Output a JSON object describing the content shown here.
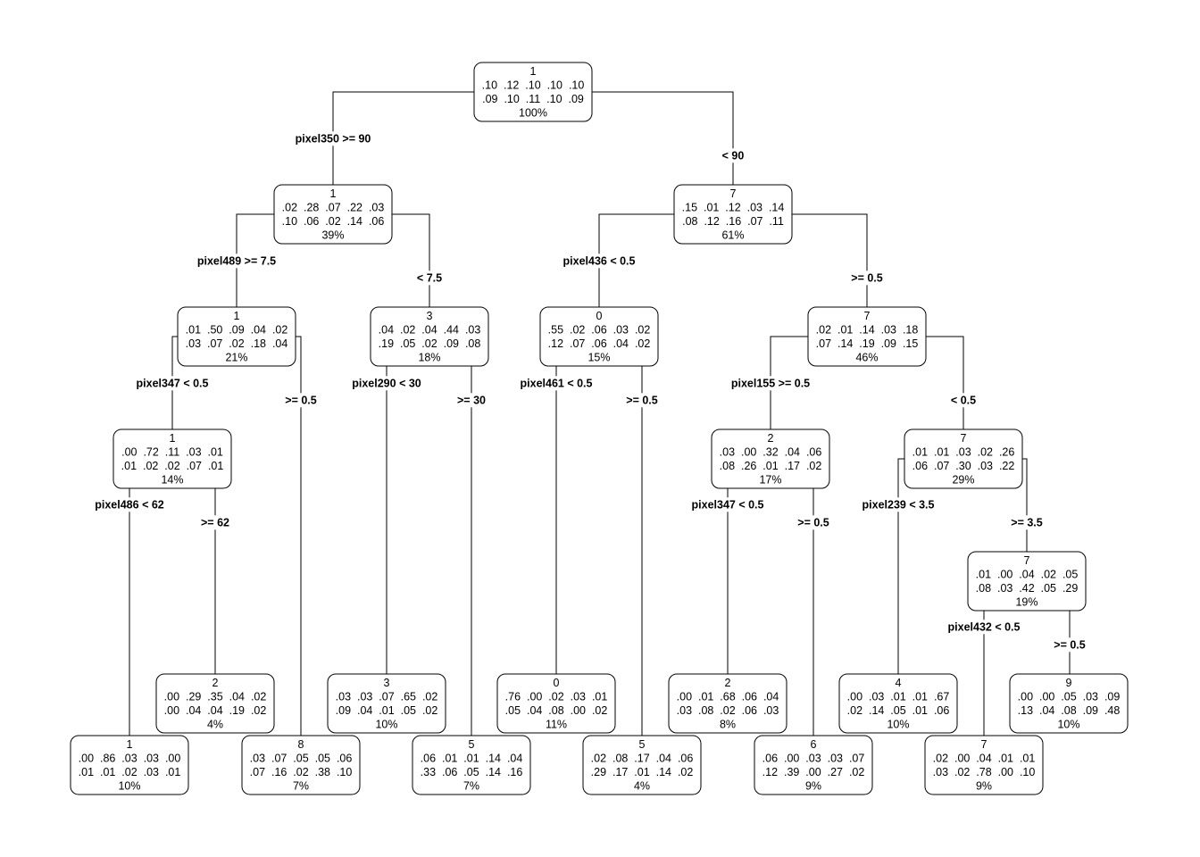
{
  "tree": {
    "nodes": [
      {
        "id": "n1",
        "class": "1",
        "probs_row1": ".10  .12  .10  .10  .10",
        "probs_row2": ".09  .10  .11  .10  .09",
        "percent": "100%"
      },
      {
        "id": "n2",
        "class": "1",
        "probs_row1": ".02  .28  .07  .22  .03",
        "probs_row2": ".10  .06  .02  .14  .06",
        "percent": "39%"
      },
      {
        "id": "n3",
        "class": "7",
        "probs_row1": ".15  .01  .12  .03  .14",
        "probs_row2": ".08  .12  .16  .07  .11",
        "percent": "61%"
      },
      {
        "id": "n4",
        "class": "1",
        "probs_row1": ".01  .50  .09  .04  .02",
        "probs_row2": ".03  .07  .02  .18  .04",
        "percent": "21%"
      },
      {
        "id": "n5",
        "class": "3",
        "probs_row1": ".04  .02  .04  .44  .03",
        "probs_row2": ".19  .05  .02  .09  .08",
        "percent": "18%"
      },
      {
        "id": "n6",
        "class": "0",
        "probs_row1": ".55  .02  .06  .03  .02",
        "probs_row2": ".12  .07  .06  .04  .02",
        "percent": "15%"
      },
      {
        "id": "n7",
        "class": "7",
        "probs_row1": ".02  .01  .14  .03  .18",
        "probs_row2": ".07  .14  .19  .09  .15",
        "percent": "46%"
      },
      {
        "id": "n8",
        "class": "1",
        "probs_row1": ".00  .72  .11  .03  .01",
        "probs_row2": ".01  .02  .02  .07  .01",
        "percent": "14%"
      },
      {
        "id": "n14",
        "class": "2",
        "probs_row1": ".03  .00  .32  .04  .06",
        "probs_row2": ".08  .26  .01  .17  .02",
        "percent": "17%"
      },
      {
        "id": "n15",
        "class": "7",
        "probs_row1": ".01  .01  .03  .02  .26",
        "probs_row2": ".06  .07  .30  .03  .22",
        "percent": "29%"
      },
      {
        "id": "n31",
        "class": "7",
        "probs_row1": ".01  .00  .04  .02  .05",
        "probs_row2": ".08  .03  .42  .05  .29",
        "percent": "19%"
      },
      {
        "id": "L17",
        "class": "2",
        "probs_row1": ".00  .29  .35  .04  .02",
        "probs_row2": ".00  .04  .04  .19  .02",
        "percent": "4%"
      },
      {
        "id": "L10",
        "class": "3",
        "probs_row1": ".03  .03  .07  .65  .02",
        "probs_row2": ".09  .04  .01  .05  .02",
        "percent": "10%"
      },
      {
        "id": "L12",
        "class": "0",
        "probs_row1": ".76  .00  .02  .03  .01",
        "probs_row2": ".05  .04  .08  .00  .02",
        "percent": "11%"
      },
      {
        "id": "L28",
        "class": "2",
        "probs_row1": ".00  .01  .68  .06  .04",
        "probs_row2": ".03  .08  .02  .06  .03",
        "percent": "8%"
      },
      {
        "id": "L30",
        "class": "4",
        "probs_row1": ".00  .03  .01  .01  .67",
        "probs_row2": ".02  .14  .05  .01  .06",
        "percent": "10%"
      },
      {
        "id": "L63",
        "class": "9",
        "probs_row1": ".00  .00  .05  .03  .09",
        "probs_row2": ".13  .04  .08  .09  .48",
        "percent": "10%"
      },
      {
        "id": "L16",
        "class": "1",
        "probs_row1": ".00  .86  .03  .03  .00",
        "probs_row2": ".01  .01  .02  .03  .01",
        "percent": "10%"
      },
      {
        "id": "L9",
        "class": "8",
        "probs_row1": ".03  .07  .05  .05  .06",
        "probs_row2": ".07  .16  .02  .38  .10",
        "percent": "7%"
      },
      {
        "id": "L11",
        "class": "5",
        "probs_row1": ".06  .01  .01  .14  .04",
        "probs_row2": ".33  .06  .05  .14  .16",
        "percent": "7%"
      },
      {
        "id": "L13",
        "class": "5",
        "probs_row1": ".02  .08  .17  .04  .06",
        "probs_row2": ".29  .17  .01  .14  .02",
        "percent": "4%"
      },
      {
        "id": "L29",
        "class": "6",
        "probs_row1": ".06  .00  .03  .03  .07",
        "probs_row2": ".12  .39  .00  .27  .02",
        "percent": "9%"
      },
      {
        "id": "L62",
        "class": "7",
        "probs_row1": ".02  .00  .04  .01  .01",
        "probs_row2": ".03  .02  .78  .00  .10",
        "percent": "9%"
      }
    ],
    "edges": [
      {
        "from": "n1",
        "to": "n2",
        "label": "pixel350 >= 90"
      },
      {
        "from": "n1",
        "to": "n3",
        "label": "< 90"
      },
      {
        "from": "n2",
        "to": "n4",
        "label": "pixel489 >= 7.5"
      },
      {
        "from": "n2",
        "to": "n5",
        "label": "< 7.5"
      },
      {
        "from": "n3",
        "to": "n6",
        "label": "pixel436 < 0.5"
      },
      {
        "from": "n3",
        "to": "n7",
        "label": ">= 0.5"
      },
      {
        "from": "n4",
        "to": "n8",
        "label": "pixel347 < 0.5"
      },
      {
        "from": "n4",
        "to": "L9",
        "label": ">= 0.5"
      },
      {
        "from": "n5",
        "to": "L10",
        "label": "pixel290 < 30"
      },
      {
        "from": "n5",
        "to": "L11",
        "label": ">= 30"
      },
      {
        "from": "n6",
        "to": "L12",
        "label": "pixel461 < 0.5"
      },
      {
        "from": "n6",
        "to": "L13",
        "label": ">= 0.5"
      },
      {
        "from": "n7",
        "to": "n14",
        "label": "pixel155 >= 0.5"
      },
      {
        "from": "n7",
        "to": "n15",
        "label": "< 0.5"
      },
      {
        "from": "n8",
        "to": "L16",
        "label": "pixel486 < 62"
      },
      {
        "from": "n8",
        "to": "L17",
        "label": ">= 62"
      },
      {
        "from": "n14",
        "to": "L28",
        "label": "pixel347 < 0.5"
      },
      {
        "from": "n14",
        "to": "L29",
        "label": ">= 0.5"
      },
      {
        "from": "n15",
        "to": "L30",
        "label": "pixel239 < 3.5"
      },
      {
        "from": "n15",
        "to": "n31",
        "label": ">= 3.5"
      },
      {
        "from": "n31",
        "to": "L62",
        "label": "pixel432 < 0.5"
      },
      {
        "from": "n31",
        "to": "L63",
        "label": ">= 0.5"
      }
    ]
  }
}
